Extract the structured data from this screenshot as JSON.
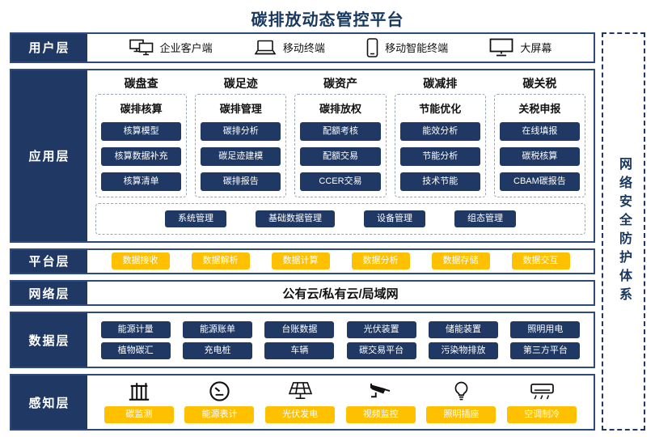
{
  "title": "碳排放动态管控平台",
  "security_band": {
    "label": "网络安全防护体系"
  },
  "colors": {
    "navy": "#1f3864",
    "yellow": "#ffc000"
  },
  "layers": {
    "user": {
      "label": "用户层",
      "items": [
        {
          "icon": "dual-monitor-icon",
          "label": "企业客户端"
        },
        {
          "icon": "laptop-icon",
          "label": "移动终端"
        },
        {
          "icon": "smartphone-icon",
          "label": "移动智能终端"
        },
        {
          "icon": "big-screen-icon",
          "label": "大屏幕"
        }
      ]
    },
    "application": {
      "label": "应用层",
      "columns": [
        {
          "title": "碳盘查",
          "subtitle": "碳排核算",
          "items": [
            "核算模型",
            "核算数据补充",
            "核算清单"
          ]
        },
        {
          "title": "碳足迹",
          "subtitle": "碳排管理",
          "items": [
            "碳排分析",
            "碳足迹建模",
            "碳排报告"
          ]
        },
        {
          "title": "碳资产",
          "subtitle": "碳排放权",
          "items": [
            "配额考核",
            "配额交易",
            "CCER交易"
          ]
        },
        {
          "title": "碳减排",
          "subtitle": "节能优化",
          "items": [
            "能效分析",
            "节能分析",
            "技术节能"
          ]
        },
        {
          "title": "碳关税",
          "subtitle": "关税申报",
          "items": [
            "在线填报",
            "碳税核算",
            "CBAM碳报告"
          ]
        }
      ],
      "management": [
        "系统管理",
        "基础数据管理",
        "设备管理",
        "组态管理"
      ]
    },
    "platform": {
      "label": "平台层",
      "items": [
        "数据接收",
        "数据解析",
        "数据计算",
        "数据分析",
        "数据存储",
        "数据交互"
      ]
    },
    "network": {
      "label": "网络层",
      "content": "公有云/私有云/局域网"
    },
    "data": {
      "label": "数据层",
      "rows": [
        [
          "能源计量",
          "能源账单",
          "台账数据",
          "光伏装置",
          "储能装置",
          "照明用电"
        ],
        [
          "植物碳汇",
          "充电桩",
          "车辆",
          "碳交易平台",
          "污染物排放",
          "第三方平台"
        ]
      ]
    },
    "perception": {
      "label": "感知层",
      "items": [
        {
          "icon": "factory-icon",
          "label": "碳监测"
        },
        {
          "icon": "gauge-icon",
          "label": "能源表计"
        },
        {
          "icon": "solar-panel-icon",
          "label": "光伏发电"
        },
        {
          "icon": "cctv-icon",
          "label": "视频监控"
        },
        {
          "icon": "bulb-icon",
          "label": "照明插座"
        },
        {
          "icon": "ac-icon",
          "label": "空调制冷"
        }
      ]
    }
  }
}
